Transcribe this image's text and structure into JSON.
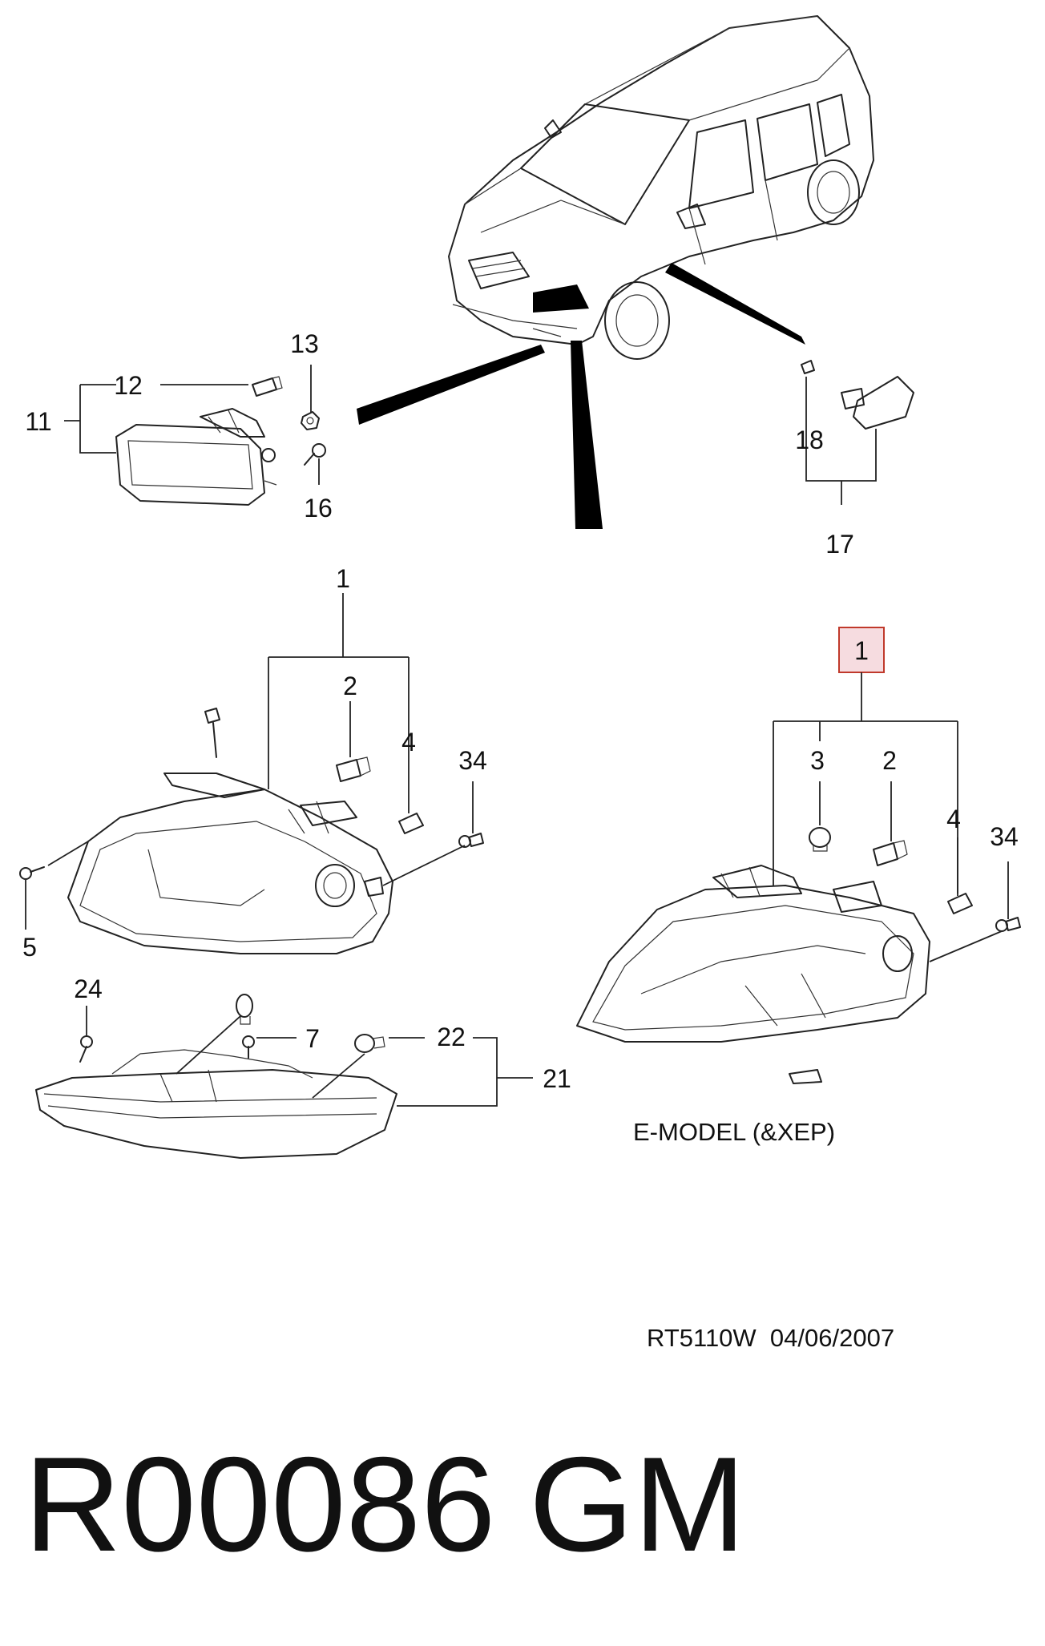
{
  "callouts": {
    "c1_top": "1",
    "c2_left": "2",
    "c4_left": "4",
    "c34_left": "34",
    "c5": "5",
    "c24": "24",
    "c7": "7",
    "c22": "22",
    "c21": "21",
    "c11": "11",
    "c12": "12",
    "c13": "13",
    "c16": "16",
    "c18": "18",
    "c17": "17",
    "c1_highlight": "1",
    "c3_right": "3",
    "c2_right": "2",
    "c4_right": "4",
    "c34_right": "34"
  },
  "labels": {
    "variant": "E-MODEL (&XEP)",
    "ref_code": "RT5110W  04/06/2007",
    "part_code": "R00086",
    "brand": "GM"
  },
  "colors": {
    "highlight_fill": "#f6dce0",
    "highlight_border": "#c0392b",
    "line": "#222222"
  }
}
